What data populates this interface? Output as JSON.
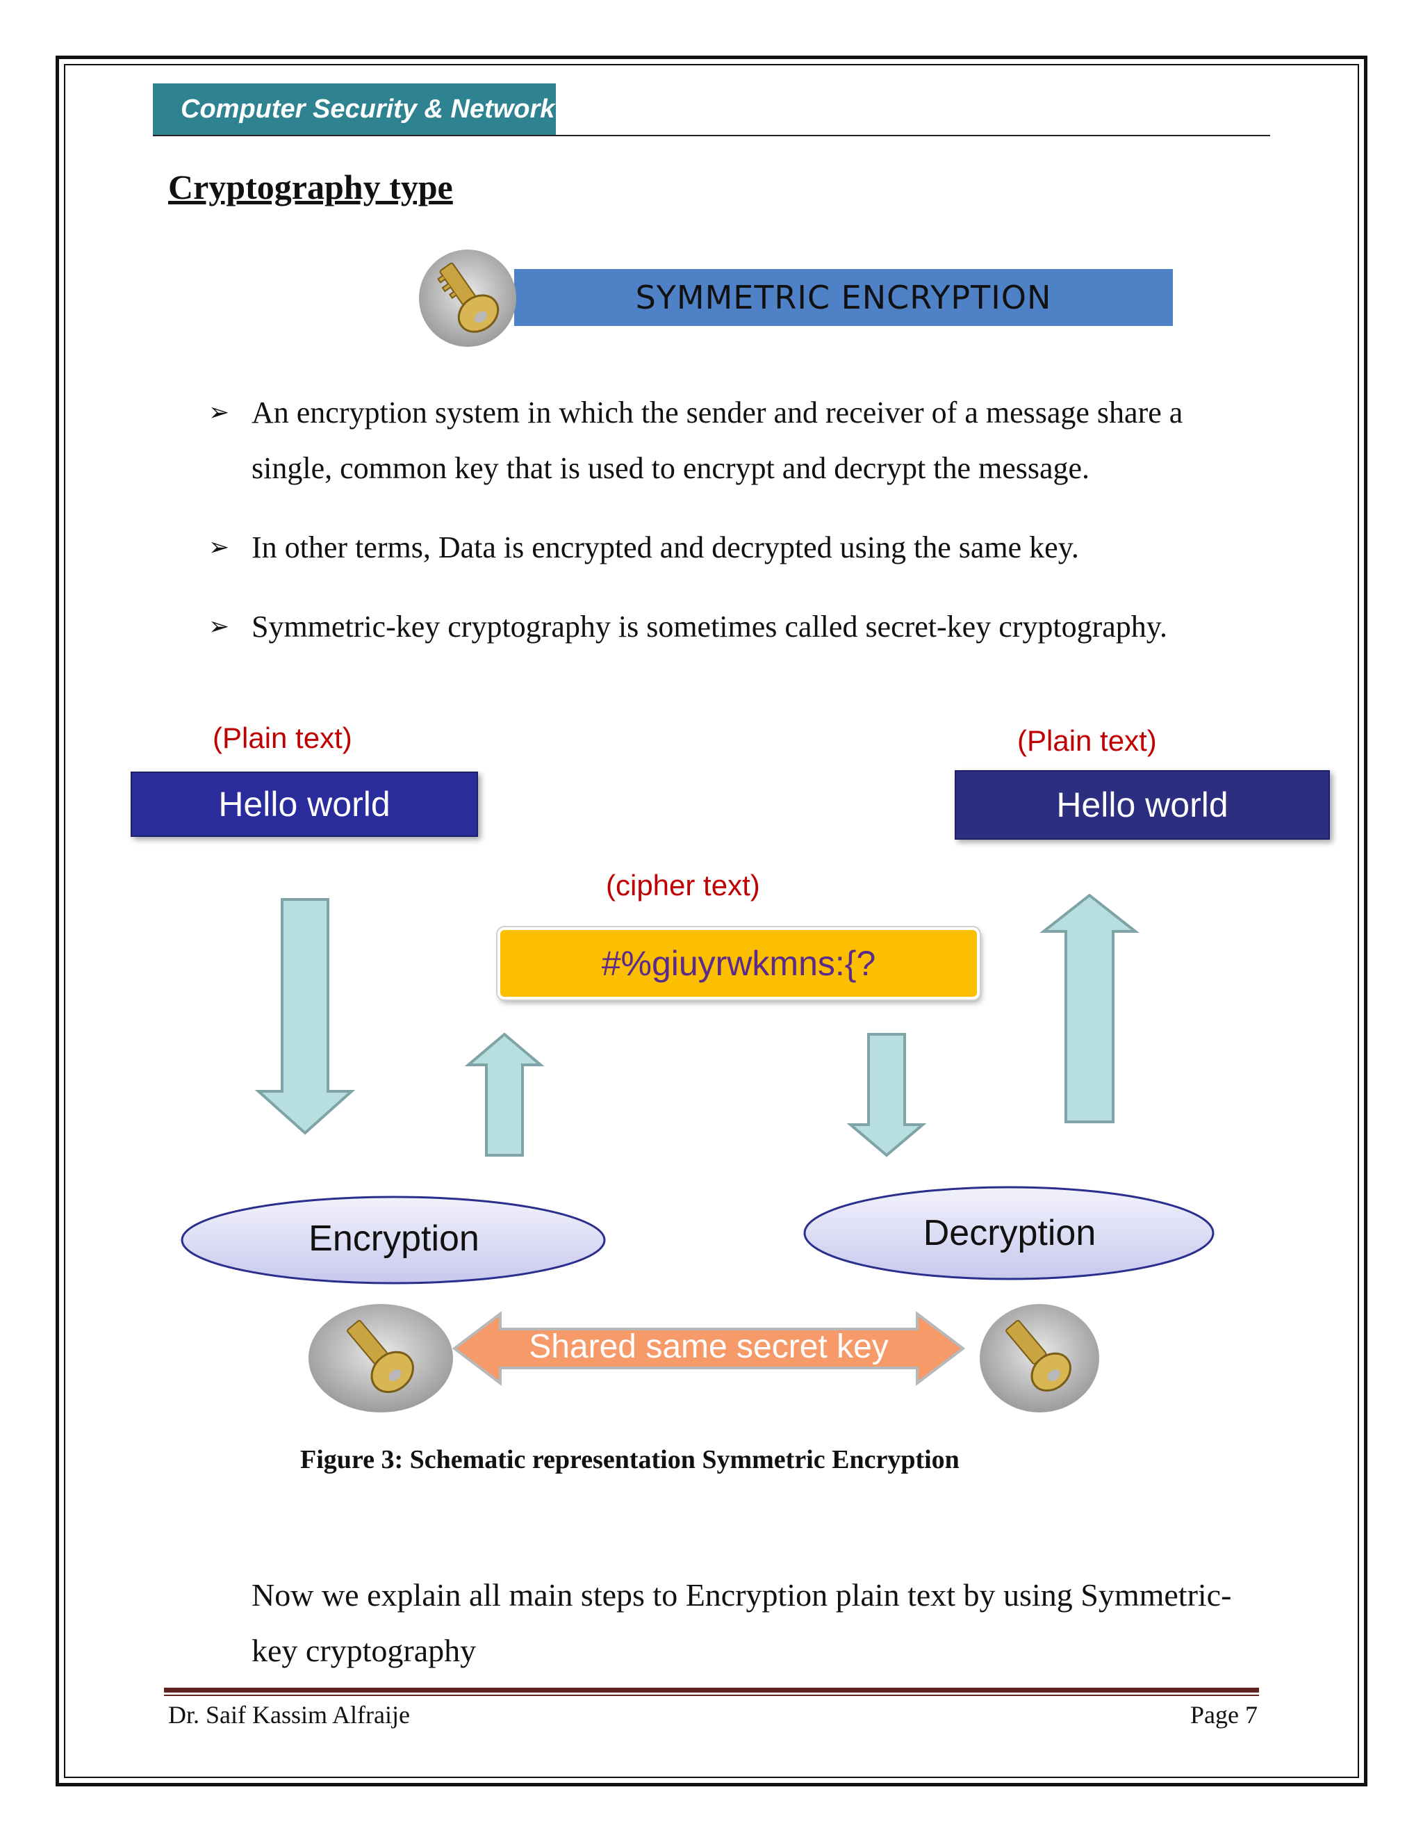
{
  "header": {
    "tab_label": "Computer Security & Network"
  },
  "section_title": "Cryptography type",
  "banner": {
    "label": "SYMMETRIC ENCRYPTION",
    "color": "#4f81c7"
  },
  "bullets": [
    "An encryption system in which the sender and receiver of a message share a single, common key that is used to encrypt and decrypt the message.",
    "In other terms, Data is encrypted and decrypted using the same key.",
    "Symmetric-key cryptography is sometimes called secret-key cryptography."
  ],
  "bullet_lines": {
    "b1_line1": "An encryption system in which the sender and receiver of a message share a",
    "b1_line2": "single, common key that is used to encrypt and decrypt the message."
  },
  "diagram": {
    "plain_label_left": "(Plain text)",
    "plain_label_right": "(Plain text)",
    "hello_left": "Hello world",
    "hello_right": "Hello world",
    "cipher_label": "(cipher text)",
    "cipher_text": "#%giuyrwkmns:{?",
    "encryption": "Encryption",
    "decryption": "Decryption",
    "shared_key": "Shared same secret key",
    "colors": {
      "plain_box": "#2a2c9b",
      "cipher_box": "#fbbf00",
      "arrows": "#b8dfe0",
      "ellipses": "#d6d6f4",
      "shared_arrow": "#f79a6a",
      "label_red": "#c00000"
    }
  },
  "figure_caption": "Figure 3: Schematic representation Symmetric Encryption",
  "paragraph": {
    "line1": "Now we explain all main steps to Encryption plain text by using Symmetric-",
    "line2": "key cryptography"
  },
  "footer": {
    "author": "Dr. Saif Kassim Alfraije",
    "page": "Page 7"
  }
}
